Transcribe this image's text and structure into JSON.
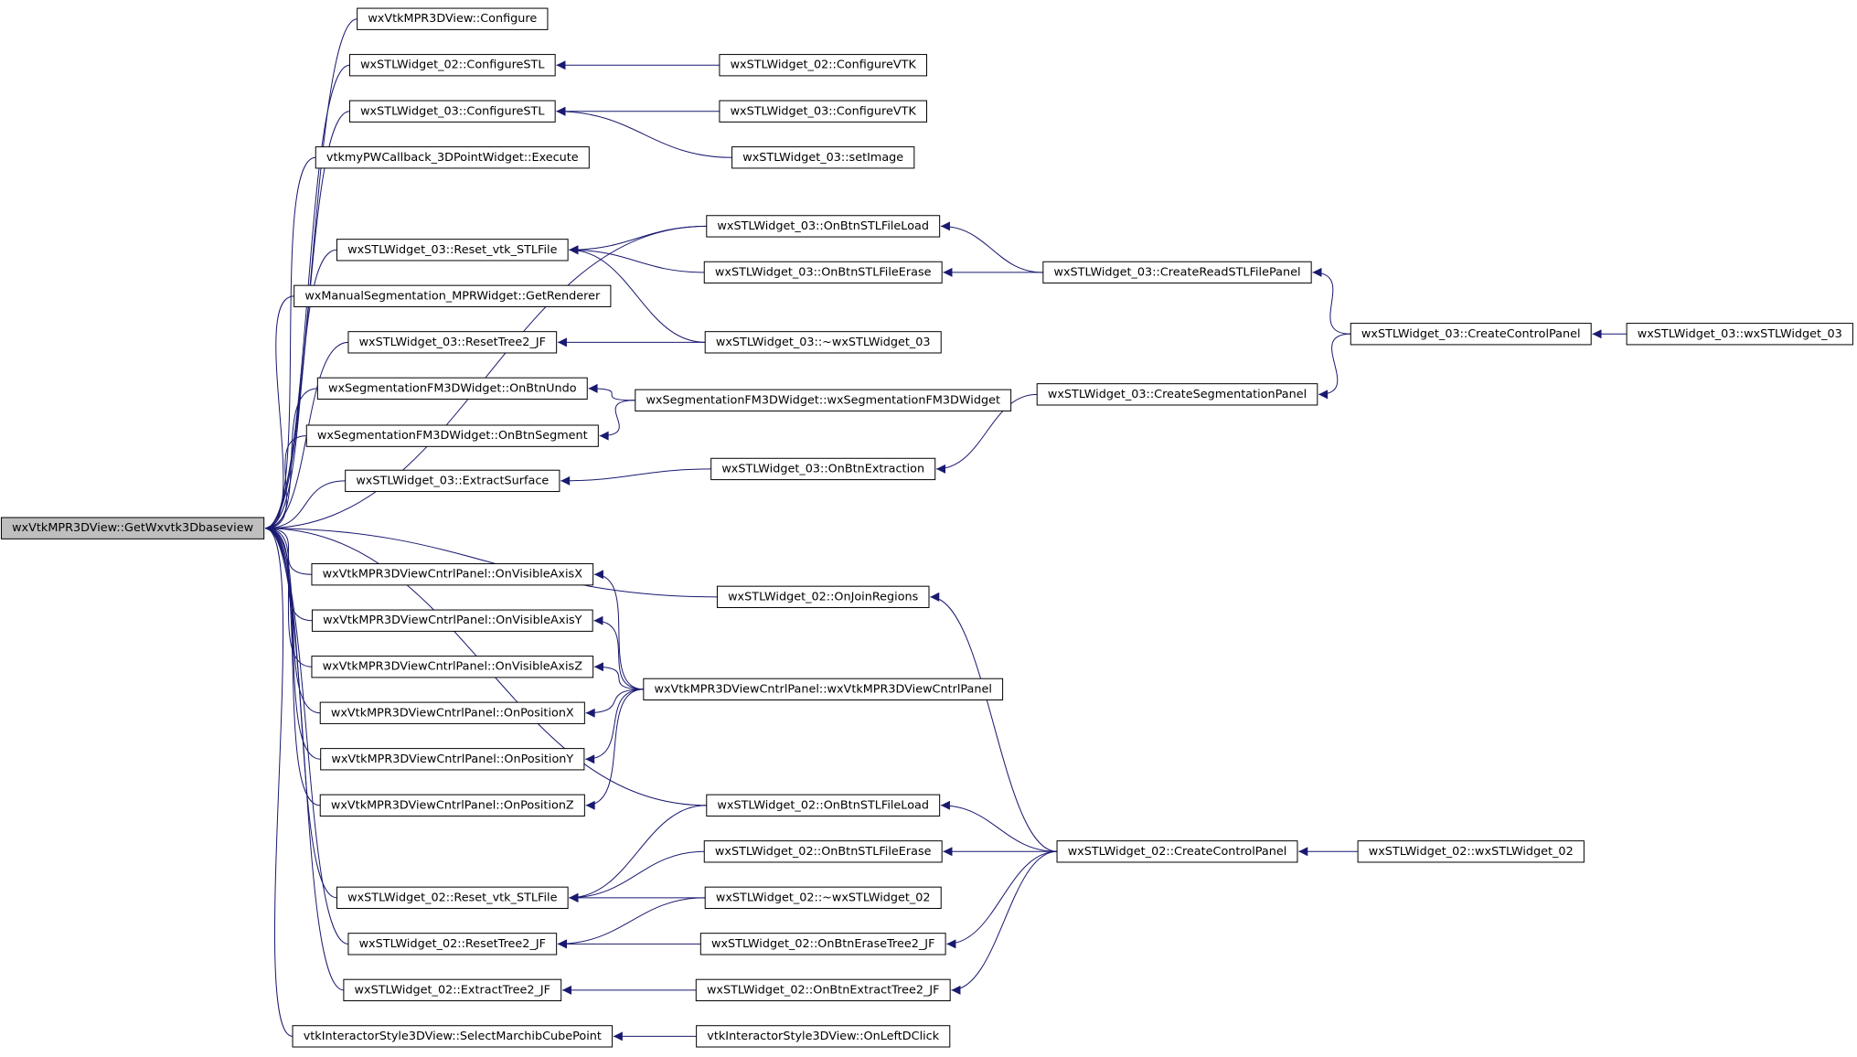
{
  "colors": {
    "edge": "#191970",
    "node_border": "#000000",
    "node_fill": "#ffffff",
    "root_fill": "#bfbfbf"
  },
  "root": "wxVtkMPR3DView::GetWxvtk3Dbaseview",
  "nodes": {
    "n0": "wxVtkMPR3DView::GetWxvtk3Dbaseview",
    "n1": "wxVtkMPR3DView::Configure",
    "n2": "wxSTLWidget_02::ConfigureSTL",
    "n3": "wxSTLWidget_03::ConfigureSTL",
    "n4": "vtkmyPWCallback_3DPointWidget::Execute",
    "n5": "wxSTLWidget_03::Reset_vtk_STLFile",
    "n6": "wxManualSegmentation_MPRWidget::GetRenderer",
    "n7": "wxSTLWidget_03::ResetTree2_JF",
    "n8": "wxSegmentationFM3DWidget::OnBtnUndo",
    "n9": "wxSegmentationFM3DWidget::OnBtnSegment",
    "n10": "wxSTLWidget_03::ExtractSurface",
    "n11": "wxVtkMPR3DViewCntrlPanel::OnVisibleAxisX",
    "n12": "wxVtkMPR3DViewCntrlPanel::OnVisibleAxisY",
    "n13": "wxVtkMPR3DViewCntrlPanel::OnVisibleAxisZ",
    "n14": "wxVtkMPR3DViewCntrlPanel::OnPositionX",
    "n15": "wxVtkMPR3DViewCntrlPanel::OnPositionY",
    "n16": "wxVtkMPR3DViewCntrlPanel::OnPositionZ",
    "n17": "wxSTLWidget_02::Reset_vtk_STLFile",
    "n18": "wxSTLWidget_02::ResetTree2_JF",
    "n19": "wxSTLWidget_02::ExtractTree2_JF",
    "n20": "vtkInteractorStyle3DView::SelectMarchibCubePoint",
    "n21": "wxSTLWidget_02::ConfigureVTK",
    "n22": "wxSTLWidget_03::ConfigureVTK",
    "n23": "wxSTLWidget_03::setImage",
    "n24": "wxSTLWidget_03::OnBtnSTLFileLoad",
    "n25": "wxSTLWidget_03::OnBtnSTLFileErase",
    "n26": "wxSTLWidget_03::~wxSTLWidget_03",
    "n27": "wxSegmentationFM3DWidget::wxSegmentationFM3DWidget",
    "n28": "wxSTLWidget_03::OnBtnExtraction",
    "n29": "wxSTLWidget_02::OnJoinRegions",
    "n30": "wxVtkMPR3DViewCntrlPanel::wxVtkMPR3DViewCntrlPanel",
    "n31": "wxSTLWidget_02::OnBtnSTLFileLoad",
    "n32": "wxSTLWidget_02::OnBtnSTLFileErase",
    "n33": "wxSTLWidget_02::~wxSTLWidget_02",
    "n34": "wxSTLWidget_02::OnBtnEraseTree2_JF",
    "n35": "wxSTLWidget_02::OnBtnExtractTree2_JF",
    "n36": "vtkInteractorStyle3DView::OnLeftDClick",
    "n37": "wxSTLWidget_03::CreateReadSTLFilePanel",
    "n38": "wxSTLWidget_03::CreateSegmentationPanel",
    "n39": "wxSTLWidget_02::CreateControlPanel",
    "n40": "wxSTLWidget_03::CreateControlPanel",
    "n41": "wxSTLWidget_02::wxSTLWidget_02",
    "n42": "wxSTLWidget_03::wxSTLWidget_03"
  },
  "edges": [
    [
      "n1",
      "n0"
    ],
    [
      "n2",
      "n0"
    ],
    [
      "n3",
      "n0"
    ],
    [
      "n4",
      "n0"
    ],
    [
      "n5",
      "n0"
    ],
    [
      "n6",
      "n0"
    ],
    [
      "n7",
      "n0"
    ],
    [
      "n8",
      "n0"
    ],
    [
      "n9",
      "n0"
    ],
    [
      "n10",
      "n0"
    ],
    [
      "n11",
      "n0"
    ],
    [
      "n12",
      "n0"
    ],
    [
      "n13",
      "n0"
    ],
    [
      "n14",
      "n0"
    ],
    [
      "n15",
      "n0"
    ],
    [
      "n16",
      "n0"
    ],
    [
      "n17",
      "n0"
    ],
    [
      "n18",
      "n0"
    ],
    [
      "n19",
      "n0"
    ],
    [
      "n20",
      "n0"
    ],
    [
      "n24",
      "n0"
    ],
    [
      "n29",
      "n0"
    ],
    [
      "n31",
      "n0"
    ],
    [
      "n21",
      "n2"
    ],
    [
      "n22",
      "n3"
    ],
    [
      "n23",
      "n3"
    ],
    [
      "n24",
      "n5"
    ],
    [
      "n25",
      "n5"
    ],
    [
      "n26",
      "n5"
    ],
    [
      "n26",
      "n7"
    ],
    [
      "n27",
      "n8"
    ],
    [
      "n27",
      "n9"
    ],
    [
      "n28",
      "n10"
    ],
    [
      "n30",
      "n11"
    ],
    [
      "n30",
      "n12"
    ],
    [
      "n30",
      "n13"
    ],
    [
      "n30",
      "n14"
    ],
    [
      "n30",
      "n15"
    ],
    [
      "n30",
      "n16"
    ],
    [
      "n31",
      "n17"
    ],
    [
      "n32",
      "n17"
    ],
    [
      "n33",
      "n17"
    ],
    [
      "n33",
      "n18"
    ],
    [
      "n34",
      "n18"
    ],
    [
      "n35",
      "n19"
    ],
    [
      "n36",
      "n20"
    ],
    [
      "n37",
      "n24"
    ],
    [
      "n37",
      "n25"
    ],
    [
      "n38",
      "n28"
    ],
    [
      "n39",
      "n29"
    ],
    [
      "n39",
      "n31"
    ],
    [
      "n39",
      "n32"
    ],
    [
      "n39",
      "n34"
    ],
    [
      "n39",
      "n35"
    ],
    [
      "n40",
      "n37"
    ],
    [
      "n40",
      "n38"
    ],
    [
      "n41",
      "n39"
    ],
    [
      "n42",
      "n40"
    ]
  ]
}
